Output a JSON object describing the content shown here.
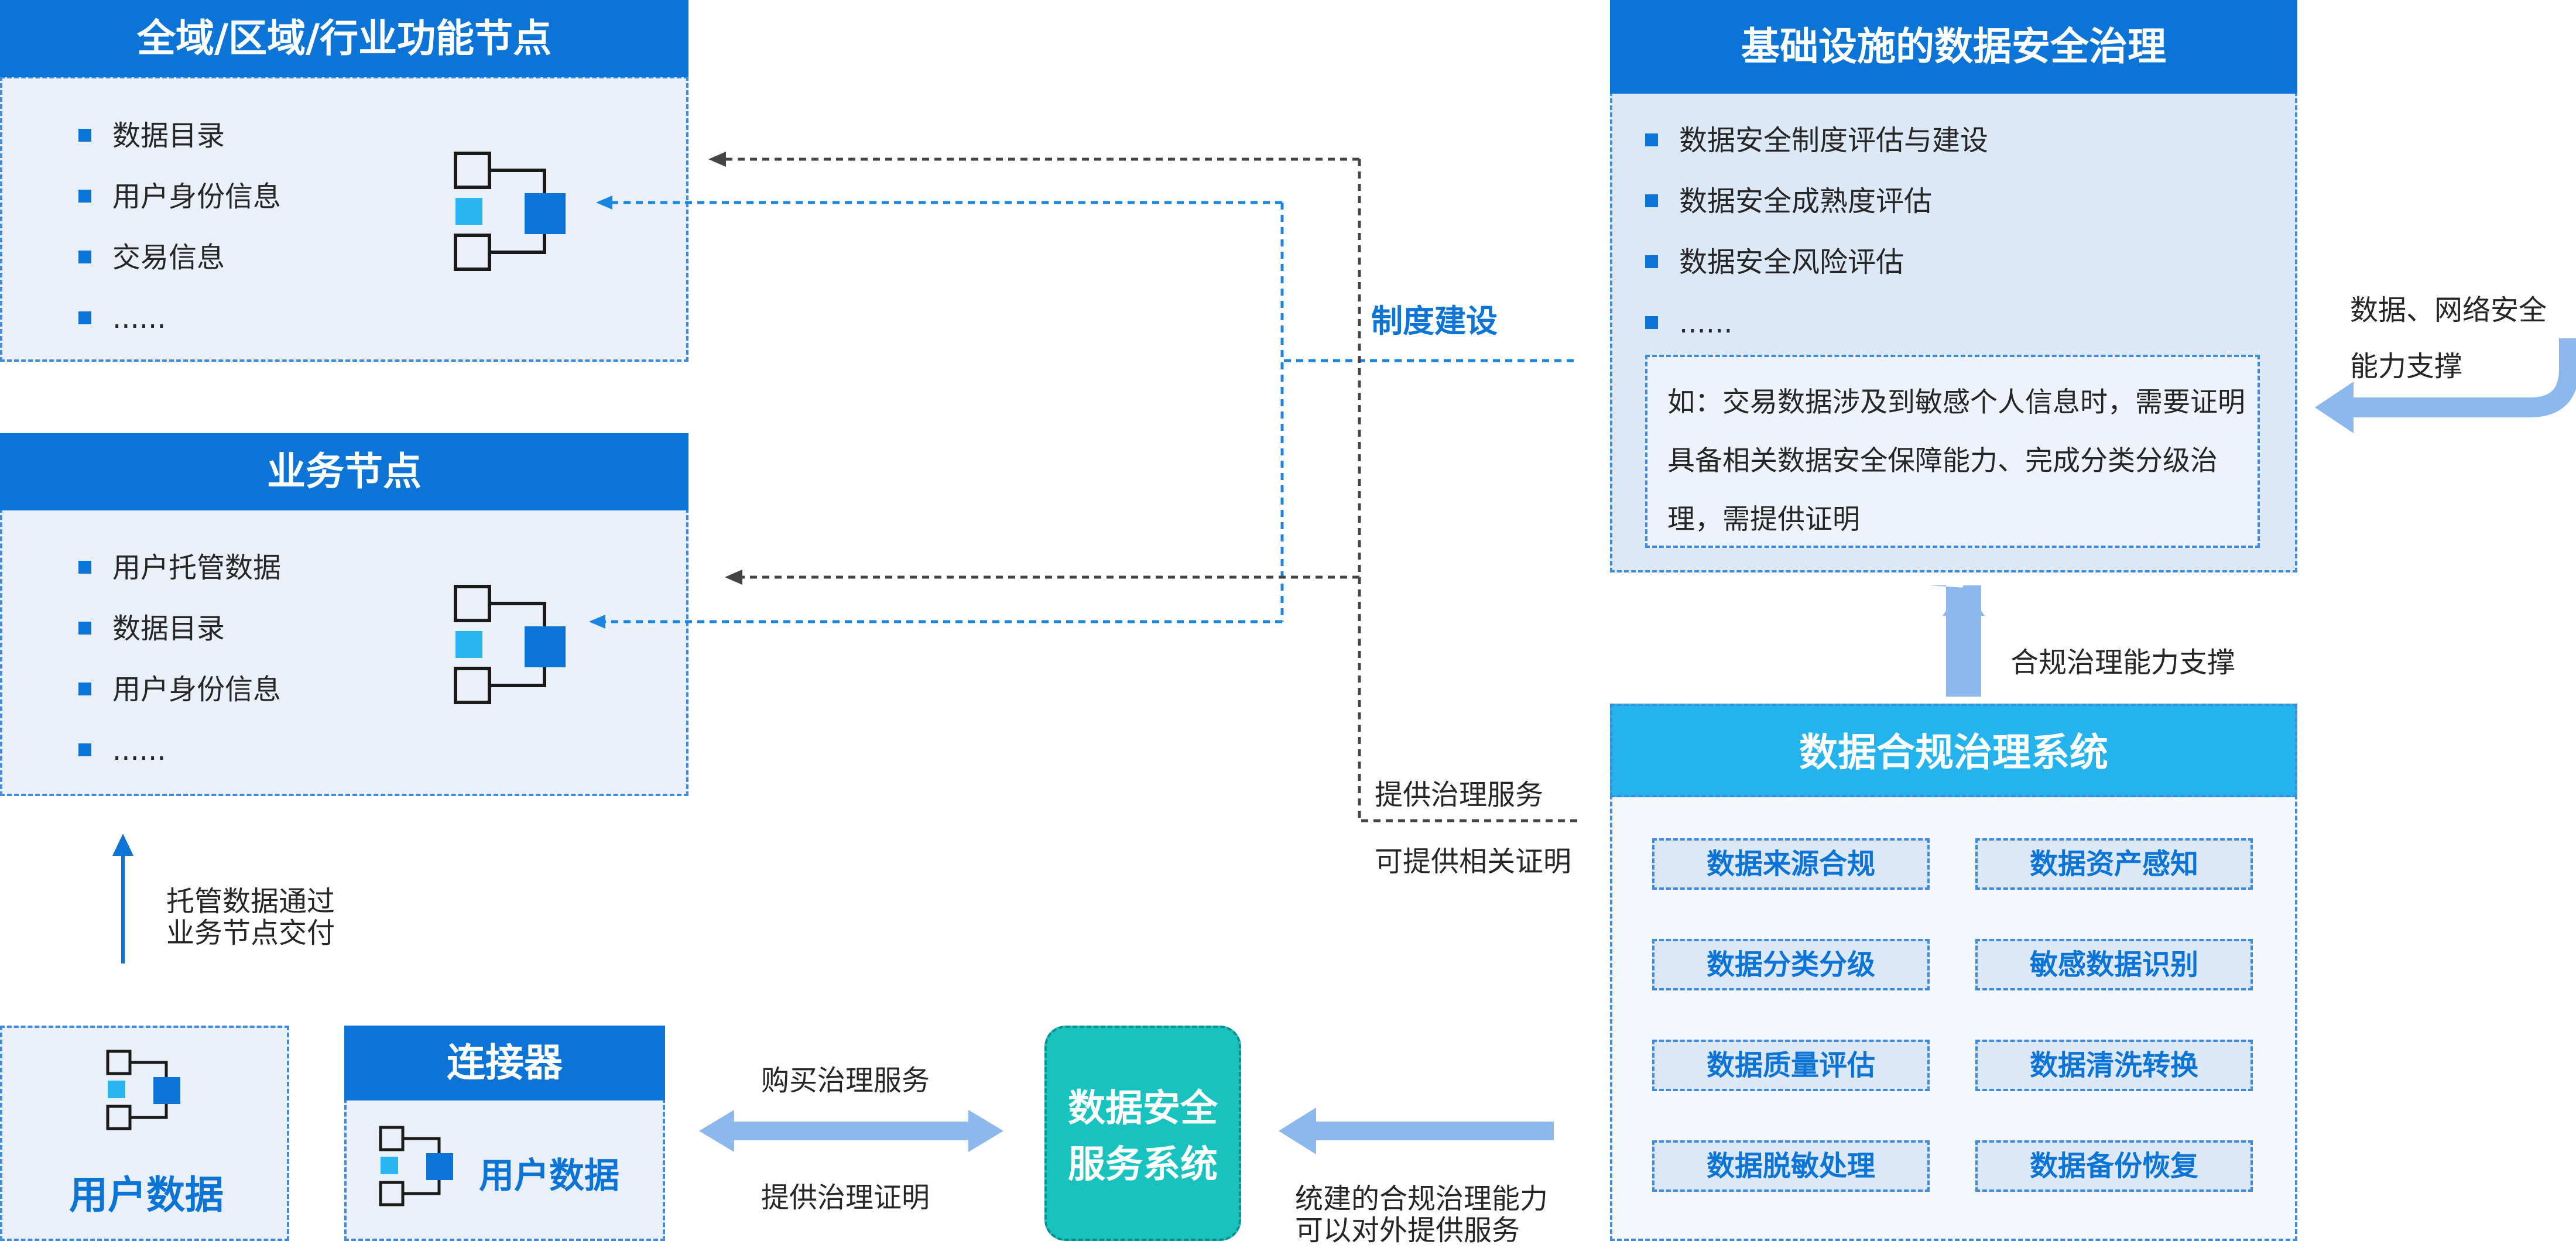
{
  "domain_panel": {
    "title": "全域/区域/行业功能节点",
    "items": [
      "数据目录",
      "用户身份信息",
      "交易信息",
      "......"
    ]
  },
  "business_panel": {
    "title": "业务节点",
    "items": [
      "用户托管数据",
      "数据目录",
      "用户身份信息",
      "......"
    ]
  },
  "infra_panel": {
    "title": "基础设施的数据安全治理",
    "items": [
      "数据安全制度评估与建设",
      "数据安全成熟度评估",
      "数据安全风险评估",
      "......"
    ],
    "note": [
      "如：交易数据涉及到敏感个人信息时，需要证明",
      "具备相关数据安全保障能力、完成分类分级治",
      "理，需提供证明"
    ]
  },
  "compliance_panel": {
    "title": "数据合规治理系统",
    "capabilities": [
      "数据来源合规",
      "数据资产感知",
      "数据分类分级",
      "敏感数据识别",
      "数据质量评估",
      "数据清洗转换",
      "数据脱敏处理",
      "数据备份恢复"
    ]
  },
  "labels": {
    "policy": "制度建设",
    "provide_service": "提供治理服务",
    "provide_cert": "可提供相关证明",
    "compliance_support": "合规治理能力支撑",
    "external_support_1": "数据、网络安全",
    "external_support_2": "能力支撑",
    "custody_1": "托管数据通过",
    "custody_2": "业务节点交付",
    "buy_service": "购买治理服务",
    "provide_proof": "提供治理证明",
    "unified_1": "统建的合规治理能力",
    "unified_2": "可以对外提供服务"
  },
  "user_data": {
    "label": "用户数据"
  },
  "connector": {
    "title": "连接器",
    "label": "用户数据"
  },
  "service_system": {
    "line1": "数据安全",
    "line2": "服务系统"
  },
  "icons": {
    "node_tree": "node-tree-icon",
    "arrow": "arrow-icon"
  },
  "colors": {
    "primary": "#0b74d6",
    "cyan": "#25b3ee",
    "teal": "#17c2bf",
    "panel_bg": "#e9f0fa",
    "arrow_light": "#8cb8ee",
    "dark_dash": "#444444"
  }
}
